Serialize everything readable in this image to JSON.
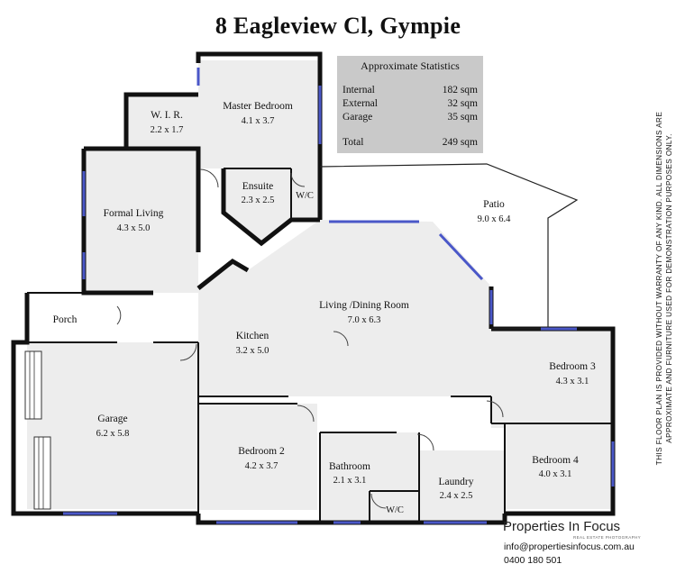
{
  "title": "8 Eagleview Cl, Gympie",
  "stats": {
    "heading": "Approximate Statistics",
    "rows": [
      {
        "label": "Internal",
        "value": "182 sqm"
      },
      {
        "label": "External",
        "value": "32 sqm"
      },
      {
        "label": "Garage",
        "value": "35 sqm"
      }
    ],
    "total": {
      "label": "Total",
      "value": "249 sqm"
    }
  },
  "rooms": {
    "wir": {
      "name": "W. I. R.",
      "dims": "2.2 x 1.7"
    },
    "master": {
      "name": "Master Bedroom",
      "dims": "4.1 x 3.7"
    },
    "ensuite": {
      "name": "Ensuite",
      "dims": "2.3 x 2.5"
    },
    "wc1": {
      "name": "W/C"
    },
    "formal": {
      "name": "Formal Living",
      "dims": "4.3 x 5.0"
    },
    "patio": {
      "name": "Patio",
      "dims": "9.0 x 6.4"
    },
    "porch": {
      "name": "Porch"
    },
    "living": {
      "name": "Living /Dining Room",
      "dims": "7.0 x 6.3"
    },
    "kitchen": {
      "name": "Kitchen",
      "dims": "3.2 x 5.0"
    },
    "bed3": {
      "name": "Bedroom 3",
      "dims": "4.3 x 3.1"
    },
    "garage": {
      "name": "Garage",
      "dims": "6.2 x 5.8"
    },
    "bed2": {
      "name": "Bedroom 2",
      "dims": "4.2 x 3.7"
    },
    "bathroom": {
      "name": "Bathroom",
      "dims": "2.1 x 3.1"
    },
    "laundry": {
      "name": "Laundry",
      "dims": "2.4 x 2.5"
    },
    "bed4": {
      "name": "Bedroom 4",
      "dims": "4.0 x 3.1"
    },
    "wc2": {
      "name": "W/C"
    }
  },
  "disclaimer": "THIS FLOOR PLAN IS PROVIDED WITHOUT WARRANTY OF ANY KIND. ALL DIMENSIONS ARE APPROXIMATE AND FURNITURE USED FOR DEMONSTRATION PURPOSES ONLY.",
  "brand": {
    "name": "Properties In Focus",
    "tagline": "REAL ESTATE PHOTOGRAPHY"
  },
  "contact": {
    "email": "info@propertiesinfocus.com.au",
    "phone": "0400 180 501"
  }
}
